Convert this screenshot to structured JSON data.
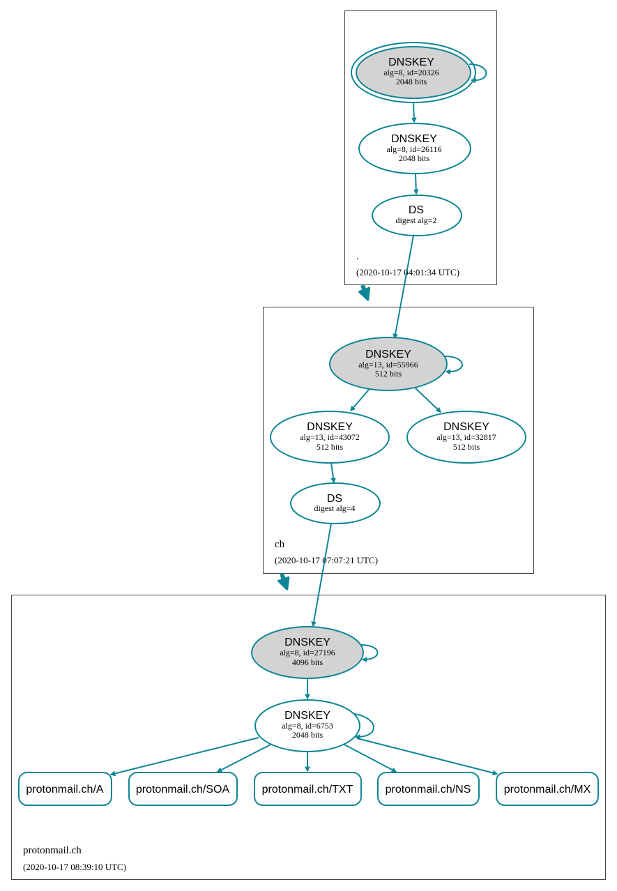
{
  "zones": [
    {
      "name": ".",
      "timestamp": "(2020-10-17 04:01:34 UTC)",
      "nodes": [
        {
          "type": "DNSKEY",
          "line1": "alg=8, id=20326",
          "line2": "2048 bits",
          "ksk": true,
          "sep": true
        },
        {
          "type": "DNSKEY",
          "line1": "alg=8, id=26116",
          "line2": "2048 bits",
          "ksk": false
        },
        {
          "type": "DS",
          "line1": "digest alg=2",
          "ksk": false
        }
      ]
    },
    {
      "name": "ch",
      "timestamp": "(2020-10-17 07:07:21 UTC)",
      "nodes": [
        {
          "type": "DNSKEY",
          "line1": "alg=13, id=55966",
          "line2": "512 bits",
          "ksk": true
        },
        {
          "type": "DNSKEY",
          "line1": "alg=13, id=43072",
          "line2": "512 bits",
          "ksk": false
        },
        {
          "type": "DNSKEY",
          "line1": "alg=13, id=32817",
          "line2": "512 bits",
          "ksk": false
        },
        {
          "type": "DS",
          "line1": "digest alg=4",
          "ksk": false
        }
      ]
    },
    {
      "name": "protonmail.ch",
      "timestamp": "(2020-10-17 08:39:10 UTC)",
      "nodes": [
        {
          "type": "DNSKEY",
          "line1": "alg=8, id=27196",
          "line2": "4096 bits",
          "ksk": true
        },
        {
          "type": "DNSKEY",
          "line1": "alg=8, id=6753",
          "line2": "2048 bits",
          "ksk": false
        }
      ],
      "records": [
        "protonmail.ch/A",
        "protonmail.ch/SOA",
        "protonmail.ch/TXT",
        "protonmail.ch/NS",
        "protonmail.ch/MX"
      ]
    }
  ],
  "colors": {
    "edge": "#0f8696",
    "ksk_fill": "#d3d3d3",
    "border": "#444444"
  }
}
